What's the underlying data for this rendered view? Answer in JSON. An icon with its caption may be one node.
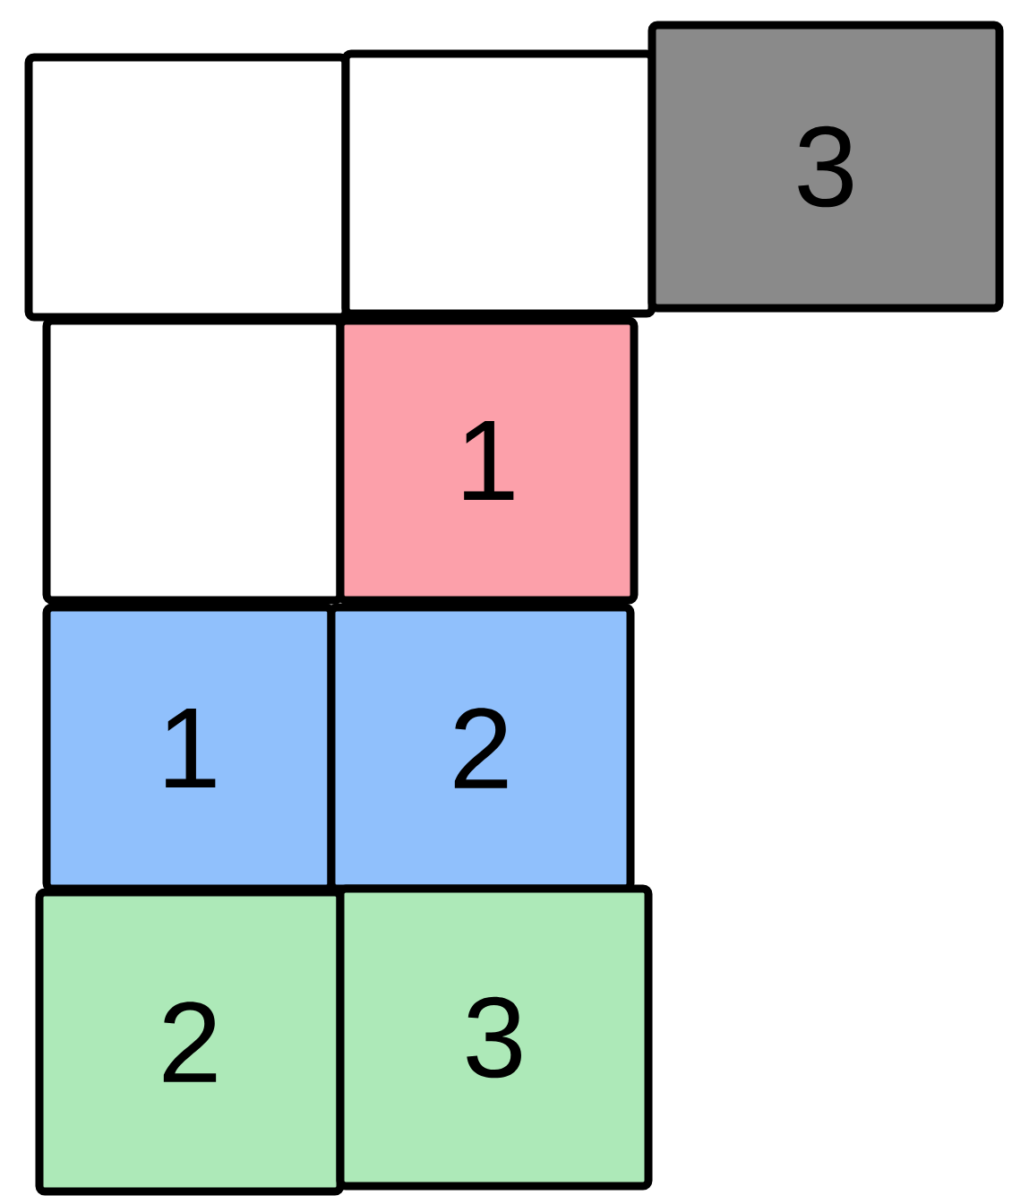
{
  "diagram": {
    "nodes": [
      {
        "text": [],
        "shape": "box"
      },
      {
        "text": [],
        "shape": "box"
      },
      {
        "text": [
          "3"
        ]
      },
      {
        "text": [],
        "shape": "box"
      },
      {
        "text": [
          "1"
        ]
      },
      {
        "text": [
          "1"
        ]
      },
      {
        "text": [
          "2"
        ]
      },
      {
        "text": [
          "2"
        ]
      },
      {
        "text": [
          "3"
        ]
      }
    ]
  }
}
